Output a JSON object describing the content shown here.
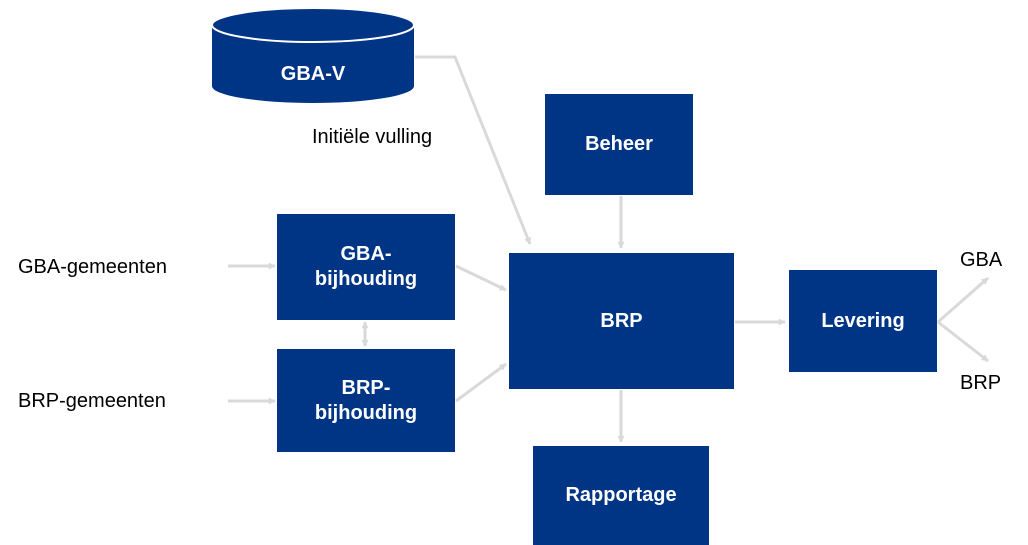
{
  "colors": {
    "box_fill": "#003586",
    "box_text": "#ffffff",
    "arrow": "#d9d9d9",
    "label_text": "#000000"
  },
  "nodes": {
    "gba_v": "GBA-V",
    "beheer": "Beheer",
    "gba_bijhouding": "GBA-\nbijhouding",
    "brp_bijhouding": "BRP-\nbijhouding",
    "brp": "BRP",
    "levering": "Levering",
    "rapportage": "Rapportage"
  },
  "labels": {
    "initiele_vulling": "Initiële vulling",
    "gba_gemeenten": "GBA-gemeenten",
    "brp_gemeenten": "BRP-gemeenten",
    "out_gba": "GBA",
    "out_brp": "BRP"
  }
}
